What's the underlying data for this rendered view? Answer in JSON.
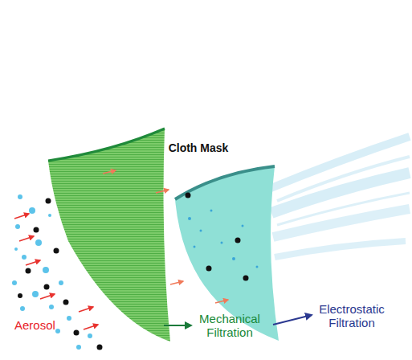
{
  "diagram": {
    "title": "Cloth Mask",
    "labels": [
      "Aerosol",
      "Mechanical Filtration",
      "Electrostatic Filtration"
    ]
  }
}
